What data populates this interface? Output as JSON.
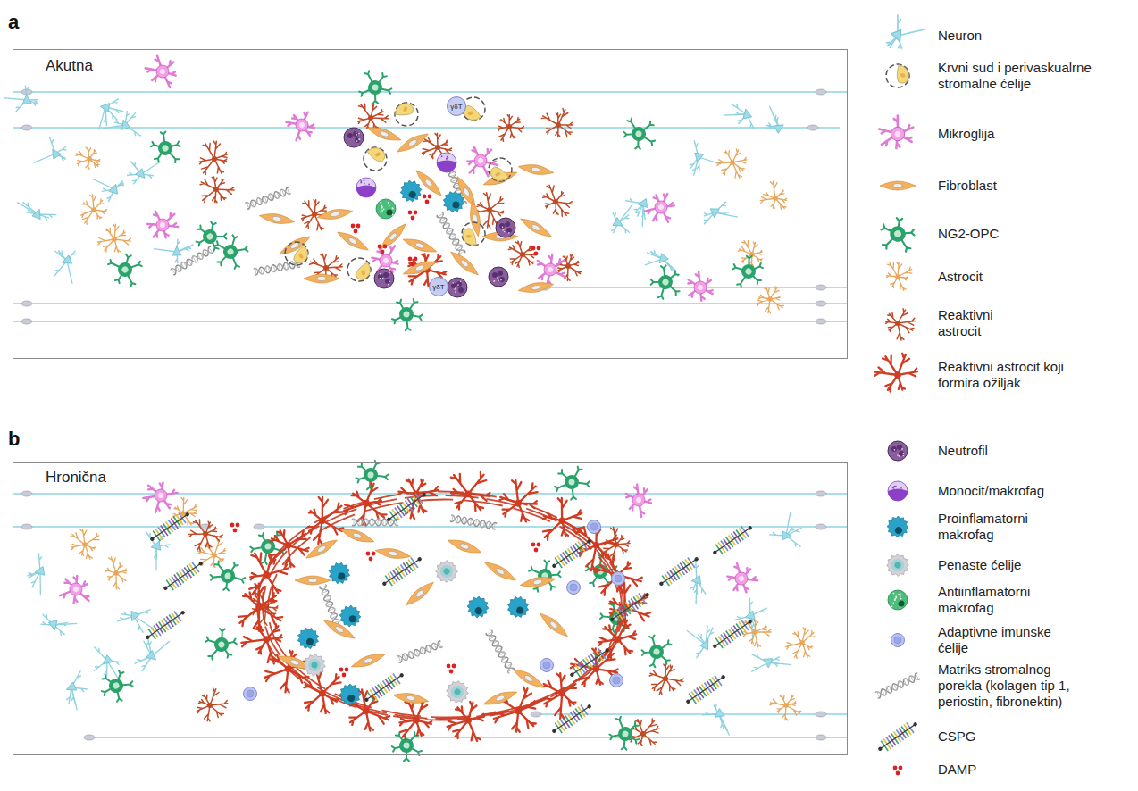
{
  "diagram": {
    "nodes": [
      {
        "text": [
          "a",
          "Akutna"
        ]
      },
      {
        "text": [
          "b",
          "Hronična"
        ]
      },
      {
        "text": [
          "γδT"
        ],
        "in": 0
      },
      {
        "text": [
          "γδT"
        ],
        "in": 0
      }
    ],
    "legend": [
      {
        "text": "Neuron"
      },
      {
        "text": "Krvni sud i perivaskualrne stromalne ćelije"
      },
      {
        "text": "Mikroglija"
      },
      {
        "text": "Fibroblast"
      },
      {
        "text": "NG2-OPC"
      },
      {
        "text": "Astrocit"
      },
      {
        "text": "Reaktivni astrocit"
      },
      {
        "text": "Reaktivni astrocit koji formira ožiljak"
      },
      {
        "text": "Neutrofil"
      },
      {
        "text": "Monocit/makrofag"
      },
      {
        "text": "Proinflamatorni makrofag"
      },
      {
        "text": "Penaste ćelije"
      },
      {
        "text": "Antiinflamatorni makrofag"
      },
      {
        "text": "Adaptivne imunske ćelije"
      },
      {
        "text": "Matriks stromalnog porekla (kolagen tip 1, periostin, fibronektin)"
      },
      {
        "text": "CSPG"
      },
      {
        "text": "DAMP"
      }
    ]
  }
}
